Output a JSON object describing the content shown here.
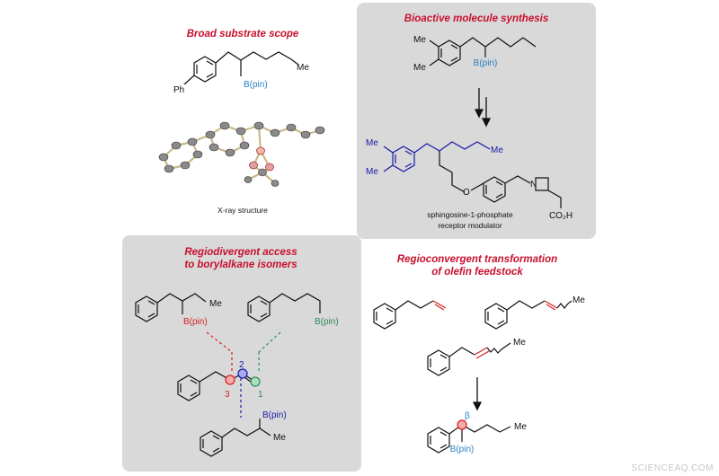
{
  "panels": {
    "scope": {
      "title": "Broad substrate scope",
      "lbl_ph": "Ph",
      "lbl_me": "Me",
      "lbl_bpin": "B(pin)",
      "caption": "X-ray structure"
    },
    "bioactive": {
      "title": "Bioactive molecule synthesis",
      "lbl_me_a": "Me",
      "lbl_me_b": "Me",
      "lbl_bpin": "B(pin)",
      "lbl_me2_a": "Me",
      "lbl_me2_b": "Me",
      "lbl_me3": "Me",
      "lbl_o": "O",
      "lbl_n": "N",
      "lbl_co2h": "CO₂H",
      "caption_line1": "sphingosine-1-phosphate",
      "caption_line2": "receptor modulator"
    },
    "regiodivergent": {
      "title_line1": "Regiodivergent access",
      "title_line2": "to borylalkane isomers",
      "lbl_me_left": "Me",
      "lbl_bpin_left": "B(pin)",
      "lbl_bpin_right": "B(pin)",
      "lbl_bpin_bottom": "B(pin)",
      "lbl_me_bottom": "Me",
      "pos_1": "1",
      "pos_2": "2",
      "pos_3": "3"
    },
    "regioconvergent": {
      "title_line1": "Regioconvergent transformation",
      "title_line2": "of olefin feedstock",
      "lbl_me_a": "Me",
      "lbl_me_b": "Me",
      "lbl_me_c": "Me",
      "lbl_beta": "β",
      "lbl_bpin": "B(pin)"
    }
  },
  "watermark": "SCIENCEAQ.COM",
  "colors": {
    "title_red": "#c8102e",
    "boron_blue": "#2a7fc1",
    "highlight_blue": "#1a1aa6",
    "highlight_red": "#d42020",
    "highlight_green": "#2e8b57",
    "panel_gray": "#d9d9d9"
  }
}
